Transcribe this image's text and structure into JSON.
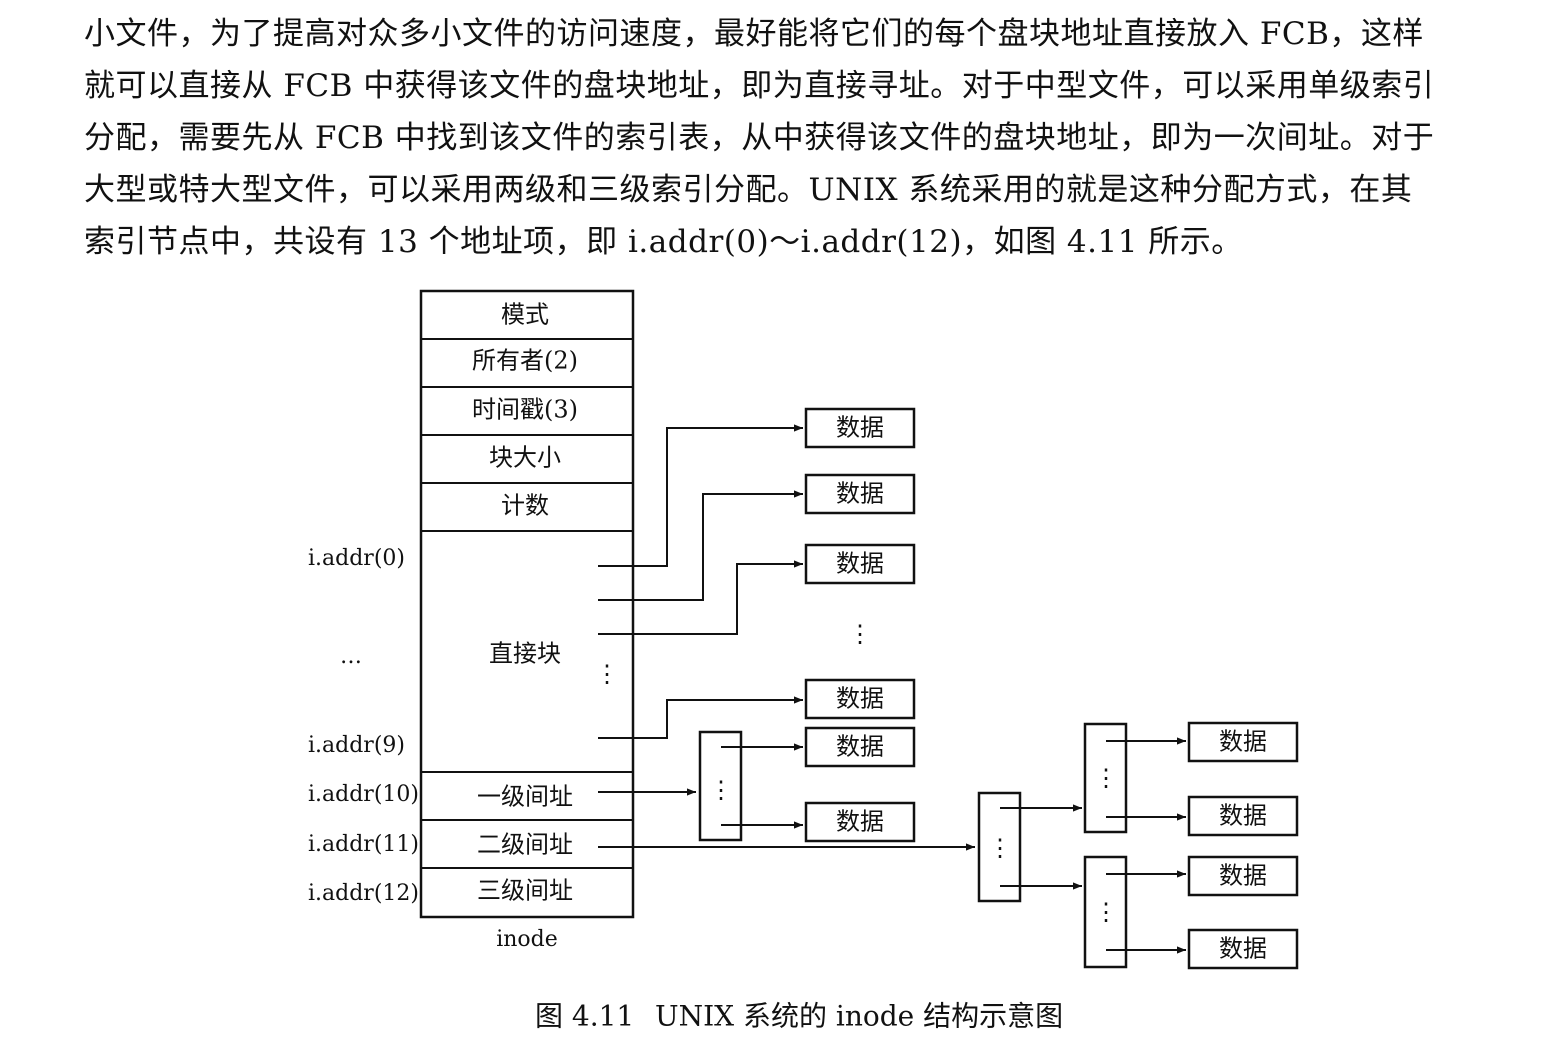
{
  "paragraph": {
    "lines": [
      "小文件，为了提高对众多小文件的访问速度，最好能将它们的每个盘块地址直接放入 FCB，这样",
      "就可以直接从 FCB 中获得该文件的盘块地址，即为直接寻址。对于中型文件，可以采用单级索引",
      "分配，需要先从 FCB 中找到该文件的索引表，从中获得该文件的盘块地址，即为一次间址。对于",
      "大型或特大型文件，可以采用两级和三级索引分配。UNIX  系统采用的就是这种分配方式，在其",
      "索引节点中，共设有 13 个地址项，即 i.addr(0)～i.addr(12)，如图 4.11 所示。"
    ]
  },
  "diagram": {
    "inode_fields": [
      "模式",
      "所有者(2)",
      "时间戳(3)",
      "块大小",
      "计数",
      "直接块",
      "一级间址",
      "二级间址",
      "三级间址"
    ],
    "inode_label": "inode",
    "addr_labels": [
      "i.addr(0)",
      "…",
      "i.addr(9)",
      "i.addr(10)",
      "i.addr(11)",
      "i.addr(12)"
    ],
    "data_label": "数据",
    "ellipsis": "⋮"
  },
  "caption": {
    "figure_number": "图 4.11",
    "title": "UNIX 系统的 inode 结构示意图"
  }
}
